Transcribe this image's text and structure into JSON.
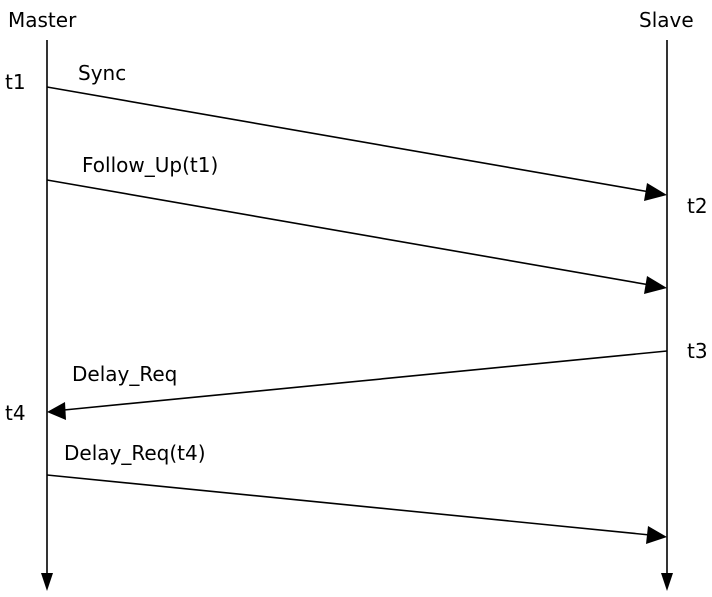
{
  "participants": {
    "master": "Master",
    "slave": "Slave"
  },
  "messages": [
    {
      "label": "Sync",
      "from": "master",
      "to": "slave",
      "from_time": "t1",
      "to_time": "t2"
    },
    {
      "label": "Follow_Up(t1)",
      "from": "master",
      "to": "slave",
      "from_time": "",
      "to_time": ""
    },
    {
      "label": "Delay_Req",
      "from": "slave",
      "to": "master",
      "from_time": "t3",
      "to_time": "t4"
    },
    {
      "label": "Delay_Req(t4)",
      "from": "master",
      "to": "slave",
      "from_time": "",
      "to_time": ""
    }
  ],
  "time_marks": {
    "t1": "t1",
    "t2": "t2",
    "t3": "t3",
    "t4": "t4"
  },
  "colors": {
    "stroke": "#000000",
    "background": "#ffffff"
  }
}
